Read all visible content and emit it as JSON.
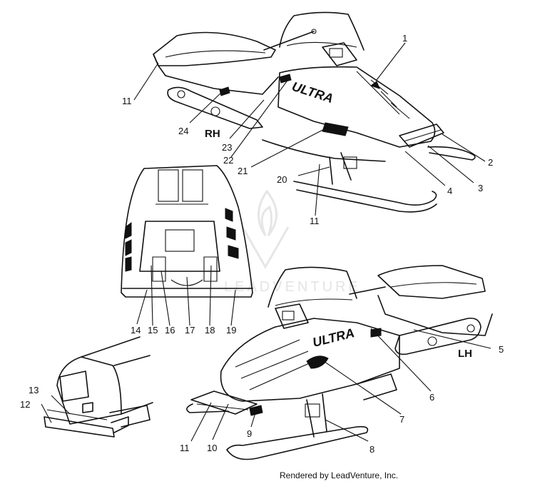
{
  "diagram": {
    "side_labels": {
      "right": "RH",
      "left": "LH"
    },
    "decal_text": "ULTRA",
    "watermark": "LEADVENTURE",
    "footer": "Rendered by LeadVenture, Inc.",
    "callouts": [
      "1",
      "2",
      "3",
      "4",
      "5",
      "6",
      "7",
      "8",
      "9",
      "10",
      "11",
      "11",
      "11",
      "12",
      "13",
      "14",
      "15",
      "16",
      "17",
      "18",
      "19",
      "20",
      "21",
      "22",
      "23",
      "24"
    ]
  }
}
